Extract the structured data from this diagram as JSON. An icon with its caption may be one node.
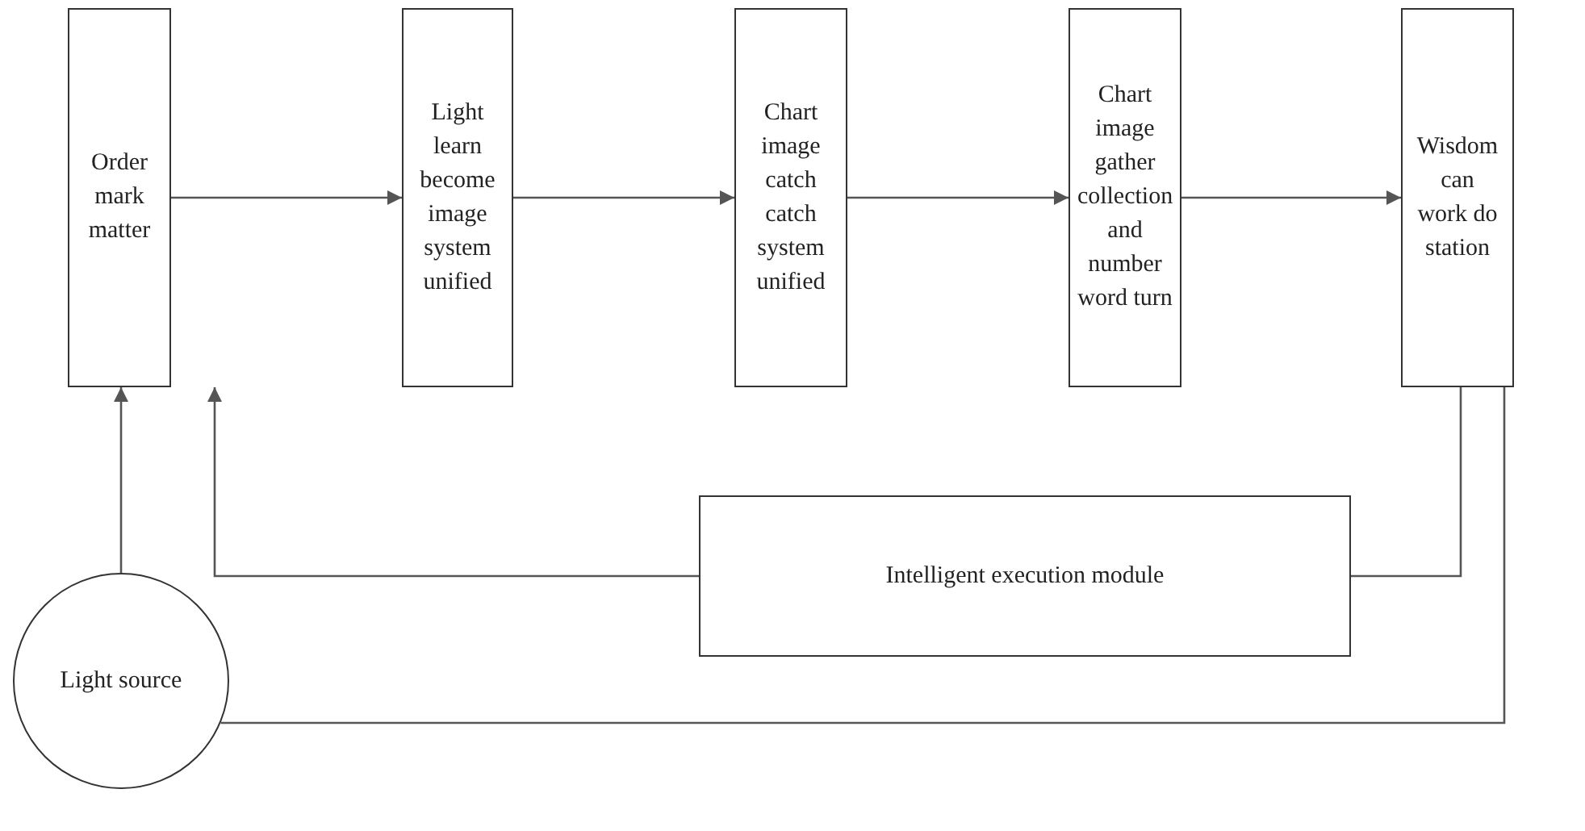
{
  "diagram": {
    "nodes": [
      {
        "text": [
          "Order mark matter"
        ]
      },
      {
        "text": [
          "Light learn become image system unified"
        ]
      },
      {
        "text": [
          "Chart image catch catch system unified"
        ]
      },
      {
        "text": [
          "Chart image gather collection and number word turn"
        ]
      },
      {
        "text": [
          "Wisdom can work do station"
        ]
      },
      {
        "text": [
          "Intelligent execution module"
        ]
      },
      {
        "text": [
          "Light source"
        ]
      }
    ],
    "edges": [
      {
        "from": 0,
        "to": 1,
        "arrow": "to"
      },
      {
        "from": 1,
        "to": 2,
        "arrow": "to"
      },
      {
        "from": 2,
        "to": 3,
        "arrow": "to"
      },
      {
        "from": 3,
        "to": 4,
        "arrow": "to"
      },
      {
        "from": 6,
        "to": 0,
        "arrow": "to"
      },
      {
        "from": 5,
        "to": 0,
        "arrow": "to"
      },
      {
        "from": 4,
        "to": 5,
        "arrow": "none"
      },
      {
        "from": 4,
        "to": 6,
        "arrow": "none"
      }
    ]
  }
}
